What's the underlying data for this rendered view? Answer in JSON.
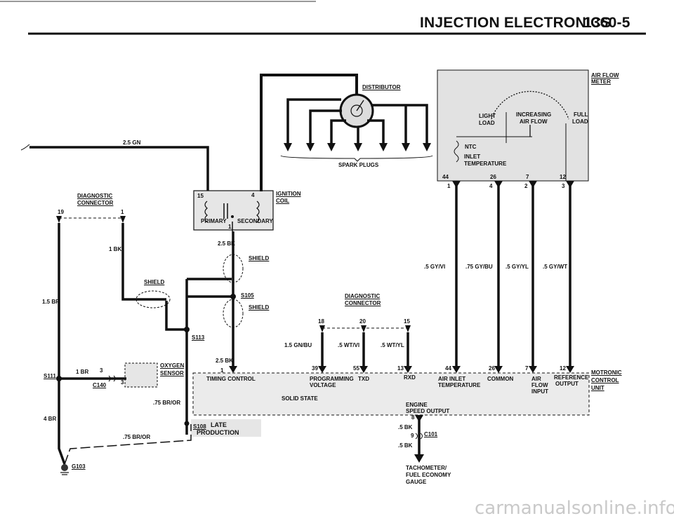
{
  "header": {
    "section": "INJECTION ELECTRONICS",
    "page": "1360-5"
  },
  "diagram": {
    "distributor": "DISTRIBUTOR",
    "spark_plugs": "SPARK PLUGS",
    "air_flow_meter": [
      "AIR FLOW",
      "METER"
    ],
    "afm_light_load": [
      "LIGHT",
      "LOAD"
    ],
    "afm_increasing": [
      "INCREASING",
      "AIR FLOW"
    ],
    "afm_full_load": [
      "FULL",
      "LOAD"
    ],
    "afm_ntc": "NTC",
    "afm_inlet_temp": [
      "INLET",
      "TEMPERATURE"
    ],
    "afm_pins_internal": [
      "44",
      "26",
      "7",
      "12"
    ],
    "afm_pins_external": [
      "1",
      "4",
      "2",
      "3"
    ],
    "wire_2_5gn": "2.5 GN",
    "diag_connector_left": [
      "DIAGNOSTIC",
      "CONNECTOR"
    ],
    "diag_left_pins": [
      "19",
      "1"
    ],
    "ignition_coil": [
      "IGNITION",
      "COIL"
    ],
    "coil_pins": [
      "15",
      "4",
      "1"
    ],
    "coil_primary": "PRIMARY",
    "coil_secondary": "SECONDARY",
    "wire_2_5bk_a": "2.5 BK",
    "wire_1bk": "1 BK",
    "shield_1": "SHIELD",
    "shield_left": "SHIELD",
    "shield_2": "SHIELD",
    "s105": "S105",
    "s113": "S113",
    "s108": "S108",
    "s111": "S111",
    "g103": "G103",
    "c140": "C140",
    "c101": "C101",
    "wire_1_5br": "1.5 BR",
    "wire_1br": "1 BR",
    "wire_4br": "4 BR",
    "wire_2_5bk_b": "2.5 BK",
    "wire_75_bror_a": ".75 BR/OR",
    "wire_75_bror_b": ".75 BR/OR",
    "oxygen_sensor": [
      "OXYGEN",
      "SENSOR"
    ],
    "o2_pins": [
      "3",
      "3"
    ],
    "diag_connector_right": [
      "DIAGNOSTIC",
      "CONNECTOR"
    ],
    "diag_right_pins": [
      "18",
      "20",
      "15"
    ],
    "wire_15_gnbu": "1.5 GN/BU",
    "wire_5_wtvi": ".5 WT/VI",
    "wire_5_wtyl": ".5 WT/YL",
    "wire_5_gyvi": ".5 GY/VI",
    "wire_75_gybu": ".75 GY/BU",
    "wire_5_gyyl": ".5 GY/YL",
    "wire_5_gywt": ".5 GY/WT",
    "motronic_pins": [
      "1",
      "39",
      "55",
      "13",
      "44",
      "26",
      "7",
      "12",
      "8"
    ],
    "motronic_timing": "TIMING CONTROL",
    "motronic_programming": [
      "PROGRAMMING",
      "VOLTAGE"
    ],
    "motronic_txd": "TXD",
    "motronic_rxd": "RXD",
    "motronic_air_inlet": [
      "AIR INLET",
      "TEMPERATURE"
    ],
    "motronic_common": "COMMON",
    "motronic_afi": [
      "AIR",
      "FLOW",
      "INPUT"
    ],
    "motronic_ref": [
      "REFERENCE",
      "OUTPUT"
    ],
    "motronic_solid_state": "SOLID STATE",
    "motronic_engine_speed": [
      "ENGINE",
      "SPEED OUTPUT"
    ],
    "motronic_unit": [
      "MOTRONIC",
      "CONTROL",
      "UNIT"
    ],
    "late_production": [
      "LATE",
      "PRODUCTION"
    ],
    "wire_5bk_a": ".5 BK",
    "wire_5bk_b": ".5 BK",
    "c101_pin": "9",
    "tachometer": [
      "TACHOMETER/",
      "FUEL ECONOMY",
      "GAUGE"
    ]
  },
  "watermark": "carmanualsonline.info"
}
